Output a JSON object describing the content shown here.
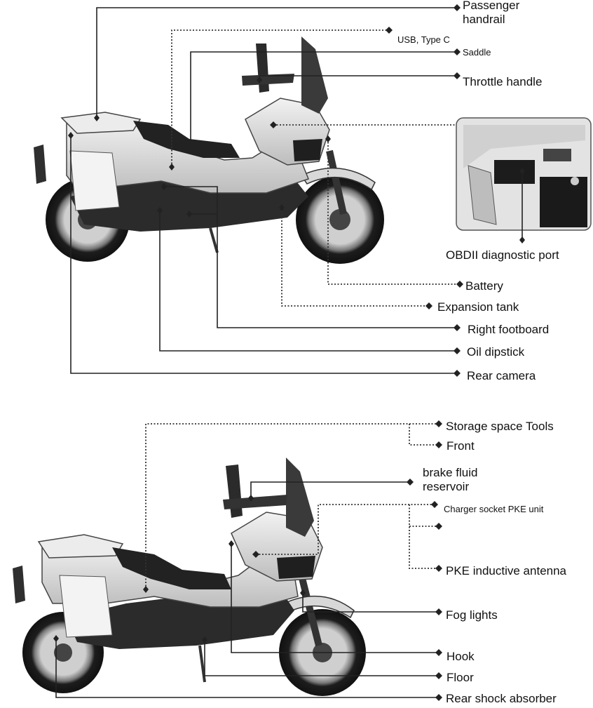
{
  "top_diagram": {
    "labels": {
      "passenger_handrail": "Passenger handrail",
      "usb_type_c": "USB, Type C",
      "saddle": "Saddle",
      "throttle_handle": "Throttle handle",
      "obdii_port": "OBDII diagnostic port",
      "battery": "Battery",
      "expansion_tank": "Expansion tank",
      "right_footboard": "Right footboard",
      "oil_dipstick": "Oil dipstick",
      "rear_camera": "Rear camera"
    }
  },
  "bottom_diagram": {
    "labels": {
      "storage_space_tools": "Storage space Tools",
      "front": "Front",
      "brake_fluid_reservoir": "brake fluid reservoir",
      "charger_socket_pke_unit": "Charger socket PKE unit",
      "pke_inductive_antenna": "PKE inductive antenna",
      "fog_lights": "Fog lights",
      "hook": "Hook",
      "floor": "Floor",
      "rear_shock_absorber": "Rear shock absorber"
    }
  },
  "colors": {
    "line": "#222222",
    "bike_light": "#e6e6e6",
    "bike_dark": "#2b2b2b",
    "background": "#ffffff"
  }
}
